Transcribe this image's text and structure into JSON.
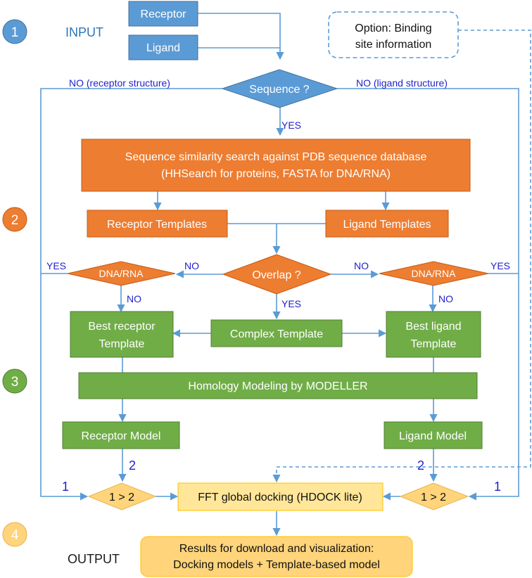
{
  "stages": {
    "one": "1",
    "two": "2",
    "three": "3",
    "four": "4"
  },
  "labels": {
    "input": "INPUT",
    "output": "OUTPUT"
  },
  "nodes": {
    "receptor": "Receptor",
    "ligand": "Ligand",
    "option_line1": "Option: Binding",
    "option_line2": "site information",
    "sequence": "Sequence ?",
    "search_line1": "Sequence similarity search against PDB sequence database",
    "search_line2": "(HHSearch for proteins, FASTA for DNA/RNA)",
    "receptor_templates": "Receptor Templates",
    "ligand_templates": "Ligand Templates",
    "overlap": "Overlap ?",
    "dna_rna_left": "DNA/RNA",
    "dna_rna_right": "DNA/RNA",
    "best_receptor_line1": "Best receptor",
    "best_receptor_line2": "Template",
    "complex_template": "Complex Template",
    "best_ligand_line1": "Best ligand",
    "best_ligand_line2": "Template",
    "homology": "Homology Modeling by MODELLER",
    "receptor_model": "Receptor Model",
    "ligand_model": "Ligand Model",
    "compare_left": "1 > 2",
    "compare_right": "1 > 2",
    "fft": "FFT global docking (HDOCK lite)",
    "results_line1": "Results for download and visualization:",
    "results_line2": "Docking models + Template-based model"
  },
  "edges": {
    "no_receptor_structure": "NO (receptor structure)",
    "no_ligand_structure": "NO (ligand structure)",
    "yes_sequence": "YES",
    "yes_left": "YES",
    "no_left": "NO",
    "no_right": "NO",
    "yes_right": "YES",
    "no_dna_left": "NO",
    "yes_overlap": "YES",
    "no_dna_right": "NO",
    "path_two_left": "2",
    "path_two_right": "2",
    "path_one_left": "1",
    "path_one_right": "1"
  },
  "colors": {
    "blue": "#5b9bd5",
    "blue_dark": "#41719c",
    "orange": "#ed7d31",
    "green": "#70ad47",
    "yellow": "#ffd47a",
    "yellow_light": "#ffe699",
    "edge_text": "#1f1fcc"
  }
}
